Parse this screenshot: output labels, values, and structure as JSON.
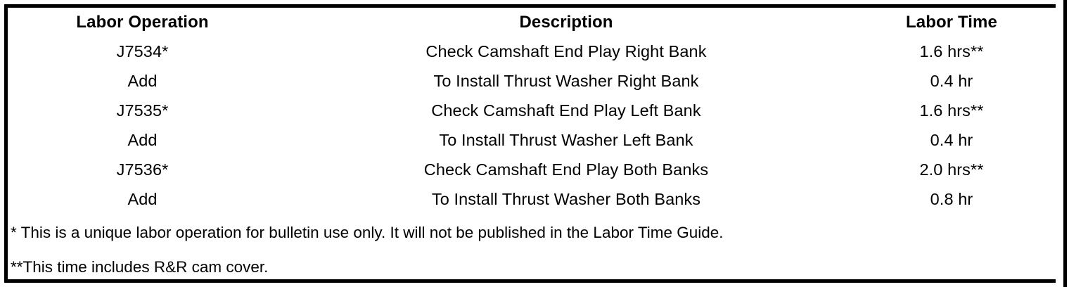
{
  "table": {
    "columns": [
      {
        "key": "labor_operation",
        "header": "Labor Operation"
      },
      {
        "key": "description",
        "header": "Description"
      },
      {
        "key": "labor_time",
        "header": "Labor Time"
      },
      {
        "key": "spacer",
        "header": ""
      }
    ],
    "rows": [
      {
        "labor_operation": "J7534*",
        "description": "Check Camshaft End Play Right Bank",
        "labor_time": "1.6 hrs**",
        "spacer": ""
      },
      {
        "labor_operation": "Add",
        "description": "To Install Thrust Washer Right Bank",
        "labor_time": "0.4 hr",
        "spacer": ""
      },
      {
        "labor_operation": "J7535*",
        "description": "Check Camshaft End Play Left Bank",
        "labor_time": "1.6 hrs**",
        "spacer": ""
      },
      {
        "labor_operation": "Add",
        "description": "To Install Thrust Washer Left Bank",
        "labor_time": "0.4 hr",
        "spacer": ""
      },
      {
        "labor_operation": "J7536*",
        "description": "Check Camshaft End Play Both Banks",
        "labor_time": "2.0 hrs**",
        "spacer": ""
      },
      {
        "labor_operation": "Add",
        "description": "To Install Thrust Washer Both Banks",
        "labor_time": "0.8 hr",
        "spacer": ""
      }
    ],
    "footnotes": [
      "* This is a unique labor operation for bulletin use only. It will not be published in the Labor Time Guide.",
      "**This time includes R&R cam cover."
    ]
  },
  "colors": {
    "border": "#000000",
    "background": "#ffffff",
    "text": "#000000"
  }
}
